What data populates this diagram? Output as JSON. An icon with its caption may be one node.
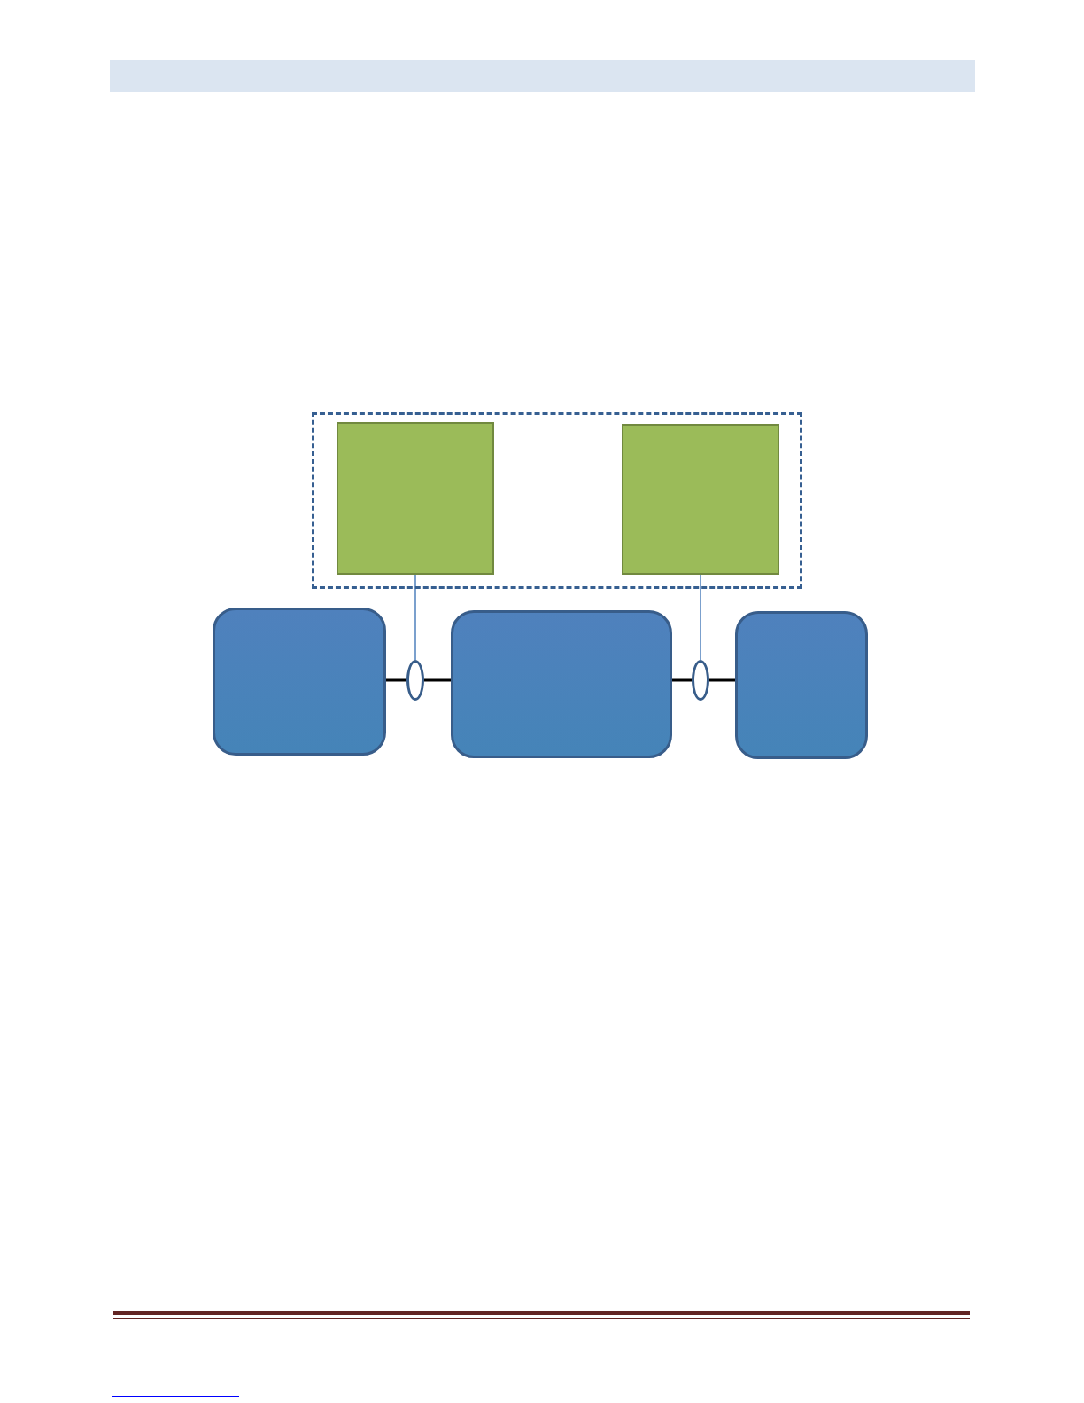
{
  "diagram": {
    "nodes": [
      {
        "text": [],
        "shape": "box"
      },
      {
        "text": [],
        "shape": "box",
        "in": 0
      },
      {
        "text": [],
        "shape": "box",
        "in": 0
      },
      {
        "text": [],
        "shape": "box"
      },
      {
        "text": [],
        "shape": "box"
      },
      {
        "text": [],
        "shape": "box"
      },
      {
        "text": [],
        "shape": "circle"
      },
      {
        "text": [],
        "shape": "circle"
      }
    ],
    "edges": [
      {
        "from": 3,
        "to": 6,
        "arrow": "none"
      },
      {
        "from": 6,
        "to": 4,
        "arrow": "none"
      },
      {
        "from": 1,
        "to": 6,
        "arrow": "none",
        "color": "#4f81bd"
      },
      {
        "from": 4,
        "to": 7,
        "arrow": "none"
      },
      {
        "from": 7,
        "to": 5,
        "arrow": "none"
      },
      {
        "from": 2,
        "to": 7,
        "arrow": "none",
        "color": "#4f81bd"
      }
    ]
  }
}
